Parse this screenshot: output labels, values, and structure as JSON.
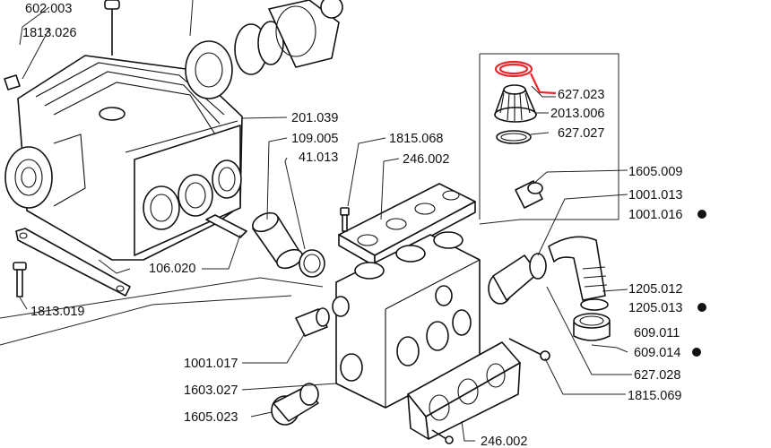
{
  "highlight_color": "#e8262b",
  "labels": {
    "p602_003": "602.003",
    "p1813_026": "1813.026",
    "p201_039": "201.039",
    "p109_005": "109.005",
    "p41_013": "41.013",
    "p1815_068": "1815.068",
    "p246_002_top": "246.002",
    "p627_023": "627.023",
    "p2013_006": "2013.006",
    "p627_027": "627.027",
    "p1605_009": "1605.009",
    "p1001_013": "1001.013",
    "p1001_016": "1001.016",
    "p106_020": "106.020",
    "p1813_019": "1813.019",
    "p1205_012": "1205.012",
    "p1205_013": "1205.013",
    "p609_011": "609.011",
    "p609_014": "609.014",
    "p1001_017": "1001.017",
    "p627_028": "627.028",
    "p1603_027": "1603.027",
    "p1815_069": "1815.069",
    "p1605_023": "1605.023",
    "p246_002_bottom": "246.002"
  }
}
